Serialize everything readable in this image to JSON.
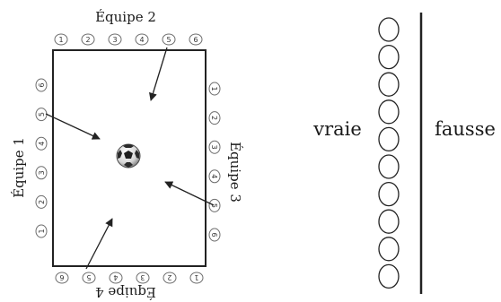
{
  "teams": {
    "team1": "Équipe 1",
    "team2": "Équipe 2",
    "team3": "Équipe 3",
    "team4": "Équipe 4"
  },
  "positions": [
    "1",
    "2",
    "3",
    "4",
    "5",
    "6"
  ],
  "answer": {
    "true_label": "vraie",
    "false_label": "fausse",
    "circle_count": 10
  }
}
